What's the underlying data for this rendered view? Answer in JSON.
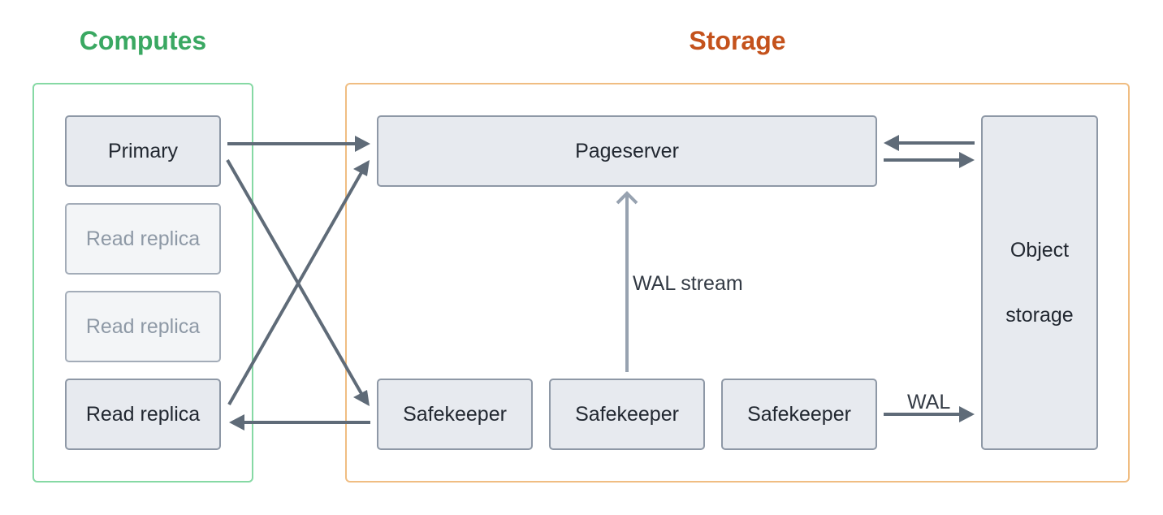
{
  "headings": {
    "computes": "Computes",
    "storage": "Storage"
  },
  "computes": {
    "primary": "Primary",
    "replicas": [
      "Read replica",
      "Read replica",
      "Read replica"
    ]
  },
  "storage": {
    "pageserver": "Pageserver",
    "safekeepers": [
      "Safekeeper",
      "Safekeeper",
      "Safekeeper"
    ],
    "object_storage": [
      "Object",
      "storage"
    ]
  },
  "edge_labels": {
    "wal_stream": "WAL stream",
    "wal": "WAL"
  },
  "colors": {
    "computes_accent": "#3aa862",
    "computes_border": "#86d9a4",
    "storage_accent": "#c4521c",
    "storage_border": "#f0bd82",
    "arrow": "#5f6b78",
    "arrow_light": "#97a2b0"
  }
}
